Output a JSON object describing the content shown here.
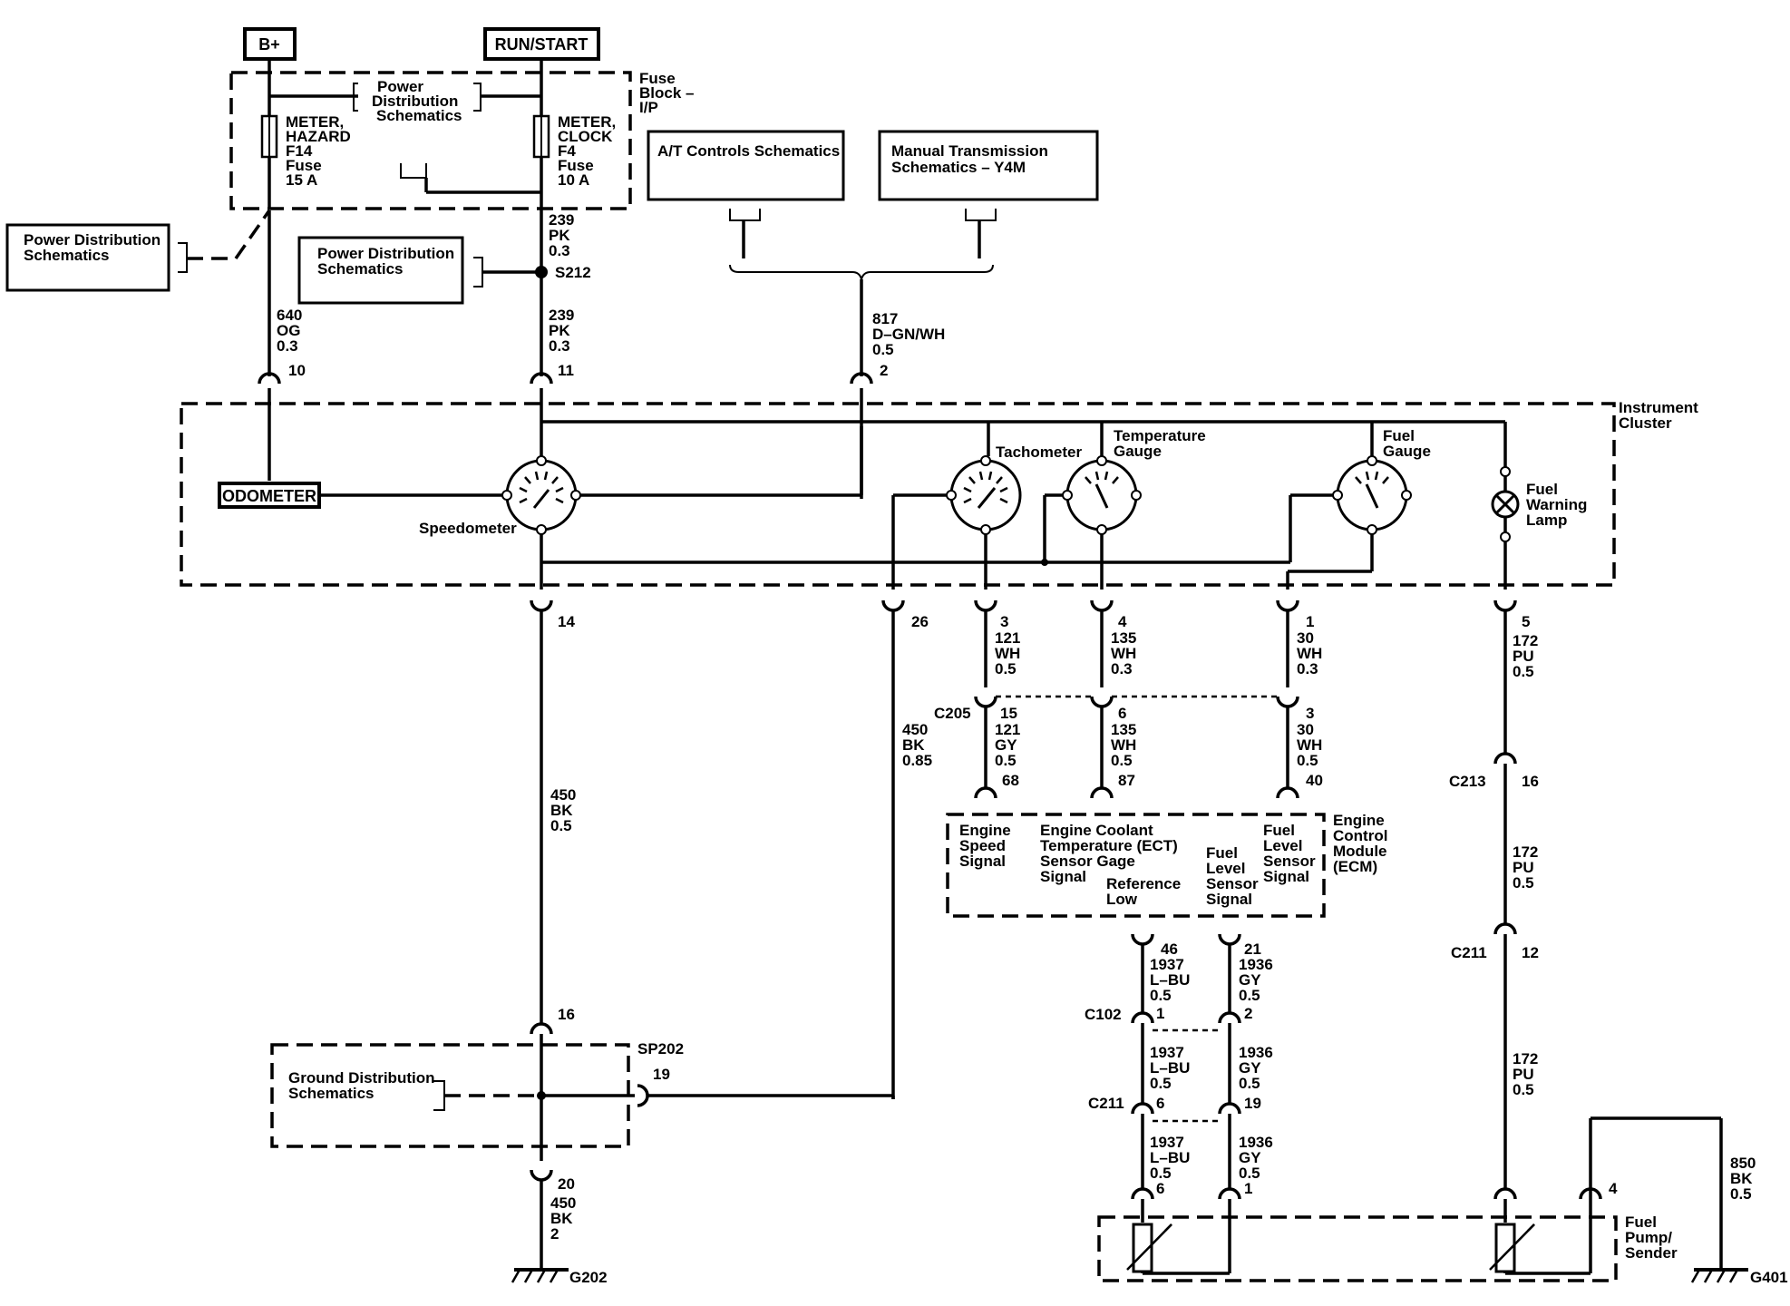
{
  "power": {
    "bplus": "B+",
    "run_start": "RUN/START"
  },
  "fuse_block": {
    "title": [
      "Fuse",
      "Block –",
      "I/P"
    ],
    "pds": [
      "Power",
      "Distribution",
      "Schematics"
    ],
    "fuse1": [
      "METER,",
      "HAZARD",
      "F14",
      "Fuse",
      "15 A"
    ],
    "fuse2": [
      "METER,",
      "CLOCK",
      "F4",
      "Fuse",
      "10 A"
    ]
  },
  "refs": {
    "pds_left": [
      "Power Distribution",
      "Schematics"
    ],
    "pds_mid": [
      "Power Distribution",
      "Schematics"
    ],
    "at": [
      "A/T Controls Schematics"
    ],
    "mt": [
      "Manual Transmission",
      "Schematics – Y4M"
    ],
    "ground": [
      "Ground Distribution",
      "Schematics"
    ]
  },
  "wires": {
    "w239a": [
      "239",
      "PK",
      "0.3"
    ],
    "w239b": [
      "239",
      "PK",
      "0.3"
    ],
    "w640": [
      "640",
      "OG",
      "0.3"
    ],
    "w817": [
      "817",
      "D–GN/WH",
      "0.5"
    ],
    "w450a": [
      "450",
      "BK",
      "0.5"
    ],
    "w450b": [
      "450",
      "BK",
      "0.85"
    ],
    "w450c": [
      "450",
      "BK",
      "2"
    ],
    "w121a": [
      "121",
      "WH",
      "0.5"
    ],
    "w121b": [
      "121",
      "GY",
      "0.5"
    ],
    "w135a": [
      "135",
      "WH",
      "0.3"
    ],
    "w135b": [
      "135",
      "WH",
      "0.5"
    ],
    "w30a": [
      "30",
      "WH",
      "0.3"
    ],
    "w30b": [
      "30",
      "WH",
      "0.5"
    ],
    "w172a": [
      "172",
      "PU",
      "0.5"
    ],
    "w172b": [
      "172",
      "PU",
      "0.5"
    ],
    "w172c": [
      "172",
      "PU",
      "0.5"
    ],
    "w1937a": [
      "1937",
      "L–BU",
      "0.5"
    ],
    "w1937b": [
      "1937",
      "L–BU",
      "0.5"
    ],
    "w1937c": [
      "1937",
      "L–BU",
      "0.5"
    ],
    "w1936a": [
      "1936",
      "GY",
      "0.5"
    ],
    "w1936b": [
      "1936",
      "GY",
      "0.5"
    ],
    "w1936c": [
      "1936",
      "GY",
      "0.5"
    ],
    "w850": [
      "850",
      "BK",
      "0.5"
    ]
  },
  "splices": {
    "s212": "S212",
    "sp202": "SP202"
  },
  "connectors": {
    "c205": "C205",
    "c213": "C213",
    "c211a": "C211",
    "c102": "C102",
    "c211b": "C211"
  },
  "pins": {
    "p10": "10",
    "p11": "11",
    "p2": "2",
    "p14": "14",
    "p26": "26",
    "p3": "3",
    "p4": "4",
    "p1": "1",
    "p5": "5",
    "p15": "15",
    "p6": "6",
    "p3b": "3",
    "p68": "68",
    "p87": "87",
    "p40": "40",
    "p16": "16",
    "p12": "12",
    "p46": "46",
    "p21": "21",
    "p1b": "1",
    "p2b": "2",
    "p6b": "6",
    "p19b": "19",
    "p6c": "6",
    "p1c": "1",
    "p16b": "16",
    "p19": "19",
    "p20": "20",
    "p4b": "4"
  },
  "cluster": {
    "title": [
      "Instrument",
      "Cluster"
    ],
    "odometer": "ODOMETER",
    "speedometer": "Speedometer",
    "tachometer": "Tachometer",
    "temp_gauge": [
      "Temperature",
      "Gauge"
    ],
    "fuel_gauge": [
      "Fuel",
      "Gauge"
    ],
    "fuel_lamp": [
      "Fuel",
      "Warning",
      "Lamp"
    ]
  },
  "ecm": {
    "title": [
      "Engine",
      "Control",
      "Module",
      "(ECM)"
    ],
    "engine_speed": [
      "Engine",
      "Speed",
      "Signal"
    ],
    "ect": [
      "Engine Coolant",
      "Temperature (ECT)",
      "Sensor Gage",
      "Signal"
    ],
    "ref_low": [
      "Reference",
      "Low"
    ],
    "fuel_level_1": [
      "Fuel",
      "Level",
      "Sensor",
      "Signal"
    ],
    "fuel_level_2": [
      "Fuel",
      "Level",
      "Sensor",
      "Signal"
    ]
  },
  "fuel_pump": [
    "Fuel",
    "Pump/",
    "Sender"
  ],
  "grounds": {
    "g202": "G202",
    "g401": "G401"
  }
}
